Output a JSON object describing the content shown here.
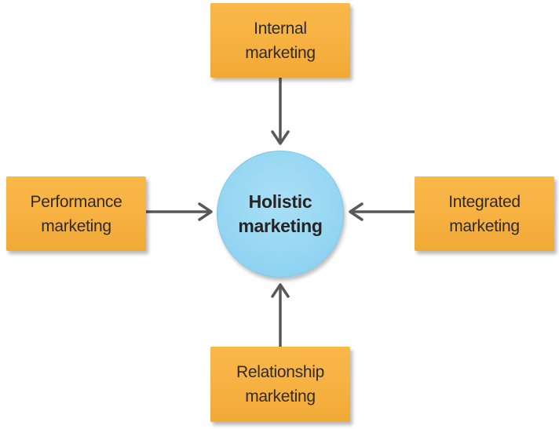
{
  "diagram": {
    "hub": {
      "label": "Holistic\nmarketing"
    },
    "nodes": {
      "internal": {
        "label": "Internal\nmarketing"
      },
      "performance": {
        "label": "Performance\nmarketing"
      },
      "integrated": {
        "label": "Integrated\nmarketing"
      },
      "relationship": {
        "label": "Relationship\nmarketing"
      }
    },
    "colors": {
      "box_fill": "#f6b040",
      "hub_fill": "#95d6f2",
      "arrow": "#58585a",
      "text": "#2f2a24"
    }
  }
}
